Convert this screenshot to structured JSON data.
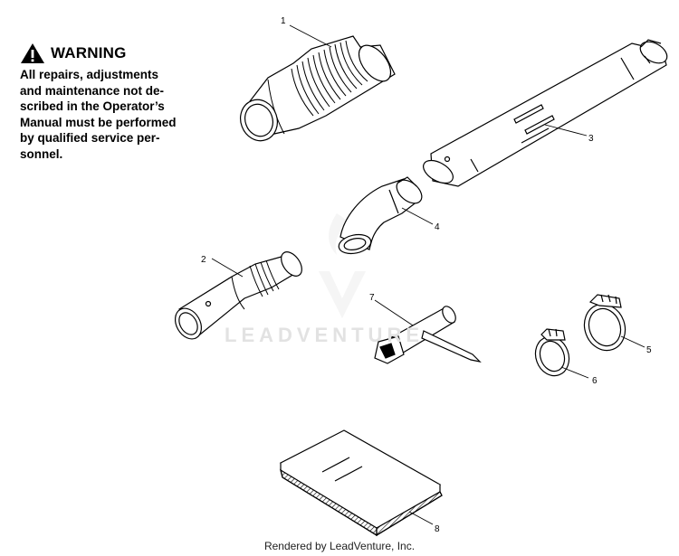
{
  "warning": {
    "title": "WARNING",
    "lines": [
      "All repairs, adjustments",
      "and maintenance not de-",
      "scribed in the Operator’s",
      "Manual must be performed",
      "by qualified  service per-",
      "sonnel."
    ]
  },
  "callouts": [
    "1",
    "2",
    "3",
    "4",
    "5",
    "6",
    "7",
    "8"
  ],
  "watermark": "LEADVENTURE",
  "footer": "Rendered by LeadVenture, Inc."
}
